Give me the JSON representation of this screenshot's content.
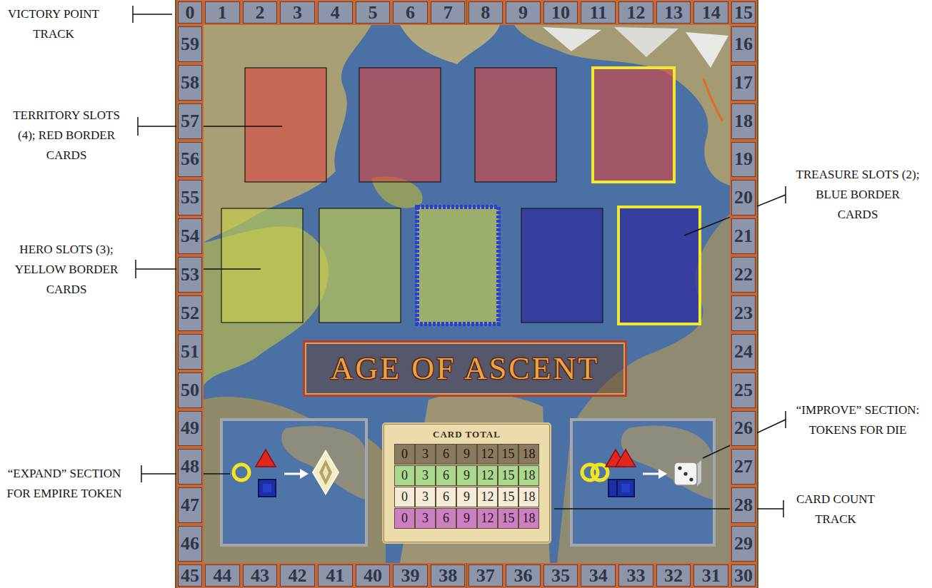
{
  "diagram": {
    "nodes": [
      {
        "text": [
          "AGE OF ASCENT"
        ]
      },
      {
        "text": [
          "CARD TOTAL"
        ]
      }
    ],
    "labels": [
      "VICTORY POINT TRACK",
      "TERRITORY SLOTS (4); RED BORDER CARDS",
      "HERO SLOTS (3); YELLOW BORDER CARDS",
      "“EXPAND” SECTION FOR EMPIRE TOKEN",
      "TREASURE SLOTS (2); BLUE BORDER CARDS",
      "“IMPROVE” SECTION: TOKENS FOR DIE",
      "CARD COUNT TRACK",
      "0",
      "1",
      "2",
      "3",
      "4",
      "5",
      "6",
      "7",
      "8",
      "9",
      "10",
      "11",
      "12",
      "13",
      "14",
      "15",
      "16",
      "17",
      "18",
      "19",
      "20",
      "21",
      "22",
      "23",
      "24",
      "25",
      "26",
      "27",
      "28",
      "29",
      "30",
      "31",
      "32",
      "33",
      "34",
      "35",
      "36",
      "37",
      "38",
      "39",
      "40",
      "41",
      "42",
      "43",
      "44",
      "45",
      "46",
      "47",
      "48",
      "49",
      "50",
      "51",
      "52",
      "53",
      "54",
      "55",
      "56",
      "57",
      "58",
      "59",
      "0",
      "3",
      "6",
      "9",
      "12",
      "15",
      "18",
      "0",
      "3",
      "6",
      "9",
      "12",
      "15",
      "18",
      "0",
      "3",
      "6",
      "9",
      "12",
      "15",
      "18",
      "0",
      "3",
      "6",
      "9",
      "12",
      "15",
      "18"
    ]
  }
}
